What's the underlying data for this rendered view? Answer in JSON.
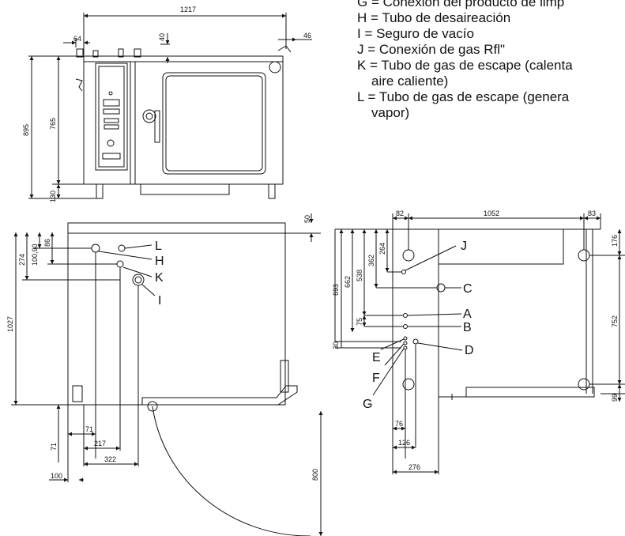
{
  "legend": {
    "g": "G = Conexión del producto de limp",
    "h": "H = Tubo de desaireación",
    "i": "I = Seguro de vacío",
    "j": "J = Conexión de gas Rfl\"",
    "k": "K = Tubo de gas de escape (calenta",
    "k_cont": "aire caliente)",
    "l": "L = Tubo de gas de escape (genera",
    "l_cont": "vapor)"
  },
  "front_view": {
    "width": "1217",
    "d_64": "64",
    "d_40": "40",
    "d_46": "46",
    "height_total": "895",
    "height_body": "765",
    "height_legs": "130"
  },
  "top_view_left": {
    "d_50": "50",
    "d_274": "274",
    "d_100_90": "100,90",
    "d_86": "86",
    "d_1027": "1027",
    "d_71v": "71",
    "d_71h": "71",
    "d_217": "217",
    "d_322": "322",
    "d_100": "100",
    "d_800": "800",
    "label_l": "L",
    "label_h": "H",
    "label_k": "K",
    "label_i": "I"
  },
  "top_view_right": {
    "d_82": "82",
    "d_1052": "1052",
    "d_83": "83",
    "d_176": "176",
    "d_752": "752",
    "d_99": "99",
    "d_693": "693",
    "d_662": "662",
    "d_538": "538",
    "d_362": "362",
    "d_264": "264",
    "d_75": "75",
    "d_30": "30",
    "d_76": "76",
    "d_126": "126",
    "d_276": "276",
    "label_j": "J",
    "label_c": "C",
    "label_a": "A",
    "label_b": "B",
    "label_d": "D",
    "label_e": "E",
    "label_f": "F",
    "label_g": "G"
  }
}
